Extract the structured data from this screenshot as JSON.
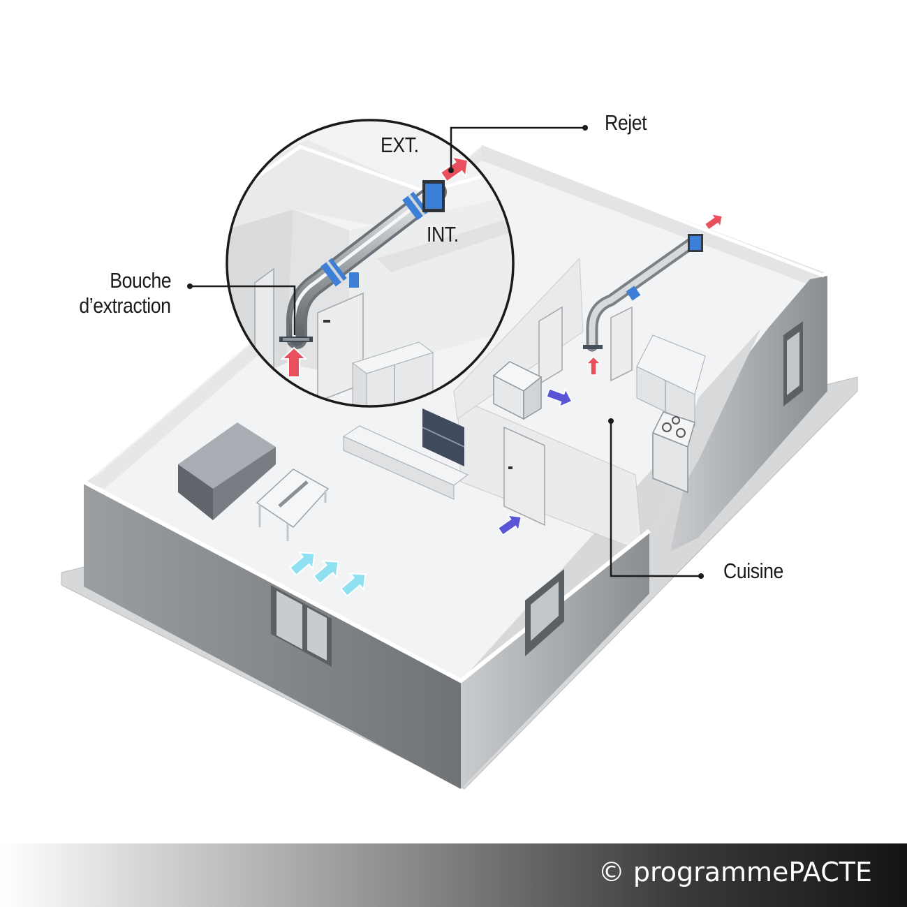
{
  "labels": {
    "rejet": "Rejet",
    "ext": "EXT.",
    "int": "INT.",
    "bouche_line1": "Bouche",
    "bouche_line2": "d’extraction",
    "cuisine": "Cuisine"
  },
  "footer": {
    "credit": "© programmePACTE"
  },
  "colors": {
    "exhaust_arrow": "#e8505e",
    "transfer_arrow": "#5a55d6",
    "fresh_air_arrow": "#8fe0f0",
    "duct_connector": "#3d7fd6",
    "wall_outer": "#8a8f93",
    "floor": "#f2f3f4"
  }
}
